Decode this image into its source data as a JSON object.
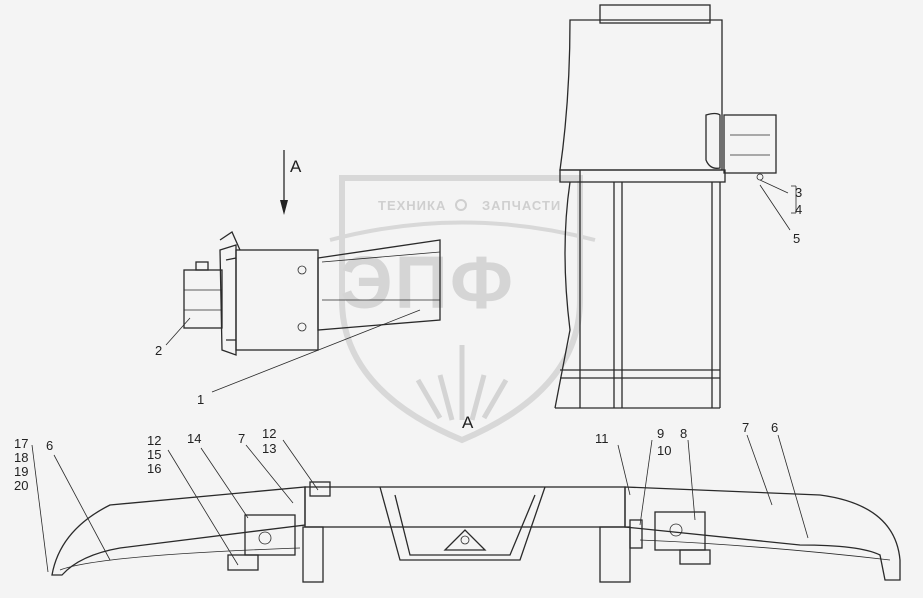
{
  "view_label_arrow": "A",
  "view_label_bottom": "A",
  "watermark": {
    "top_left": "ТЕХНИКА",
    "top_right": "ЗАПЧАСТИ",
    "logo": "ЭПФ"
  },
  "callouts": {
    "c1": "1",
    "c2": "2",
    "c3": "3",
    "c4": "4",
    "c5": "5",
    "c17": "17",
    "c18": "18",
    "c19": "19",
    "c20": "20",
    "c6a": "6",
    "c12a": "12",
    "c15": "15",
    "c16": "16",
    "c14": "14",
    "c7a": "7",
    "c12b": "12",
    "c13": "13",
    "c11": "11",
    "c9": "9",
    "c10": "10",
    "c8": "8",
    "c7b": "7",
    "c6b": "6"
  }
}
